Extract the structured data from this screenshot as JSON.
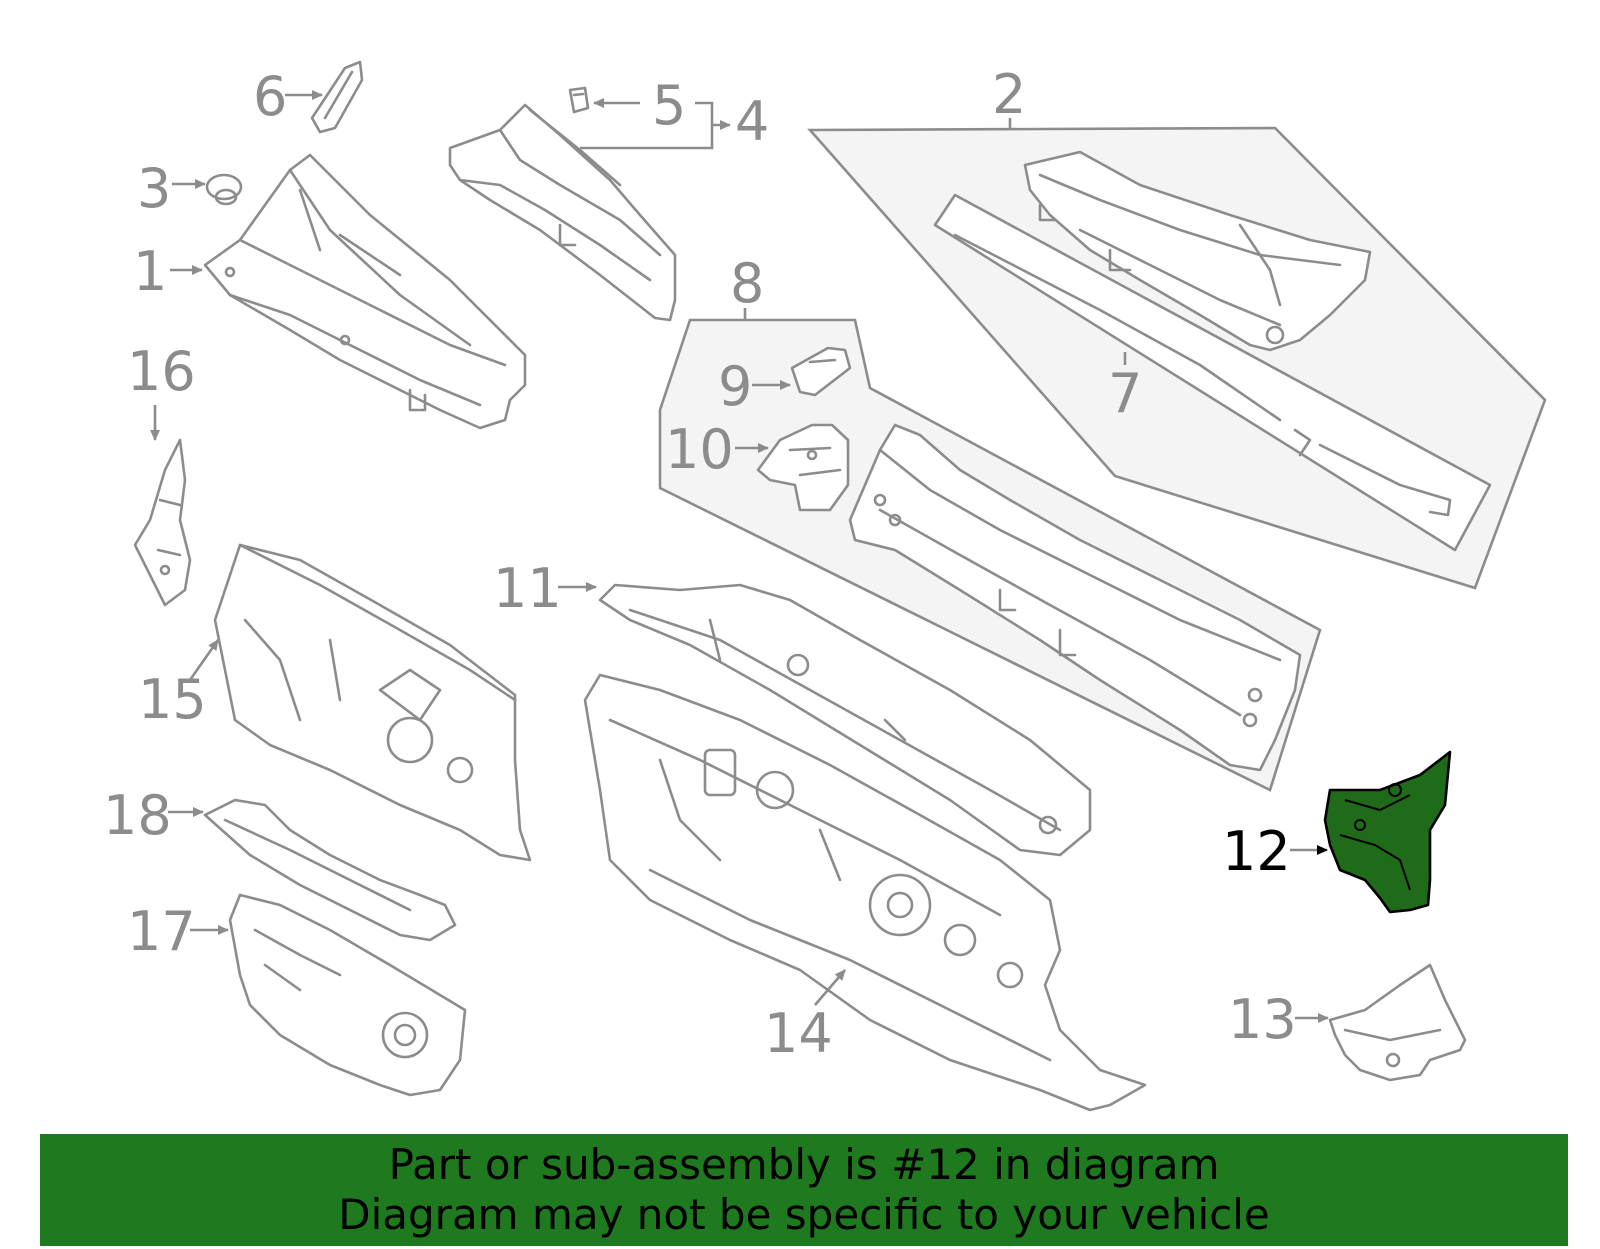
{
  "callouts": {
    "c1": "1",
    "c2": "2",
    "c3": "3",
    "c4": "4",
    "c5": "5",
    "c6": "6",
    "c7": "7",
    "c8": "8",
    "c9": "9",
    "c10": "10",
    "c11": "11",
    "c12": "12",
    "c13": "13",
    "c14": "14",
    "c15": "15",
    "c16": "16",
    "c17": "17",
    "c18": "18"
  },
  "highlighted_part": "12",
  "colors": {
    "banner": "#1f7a1f",
    "highlight": "#1f6b1a",
    "lines": "#8c8c8c"
  },
  "banner": {
    "line1": "Part or sub-assembly is #12 in diagram",
    "line2": "Diagram may not be specific to your vehicle"
  }
}
